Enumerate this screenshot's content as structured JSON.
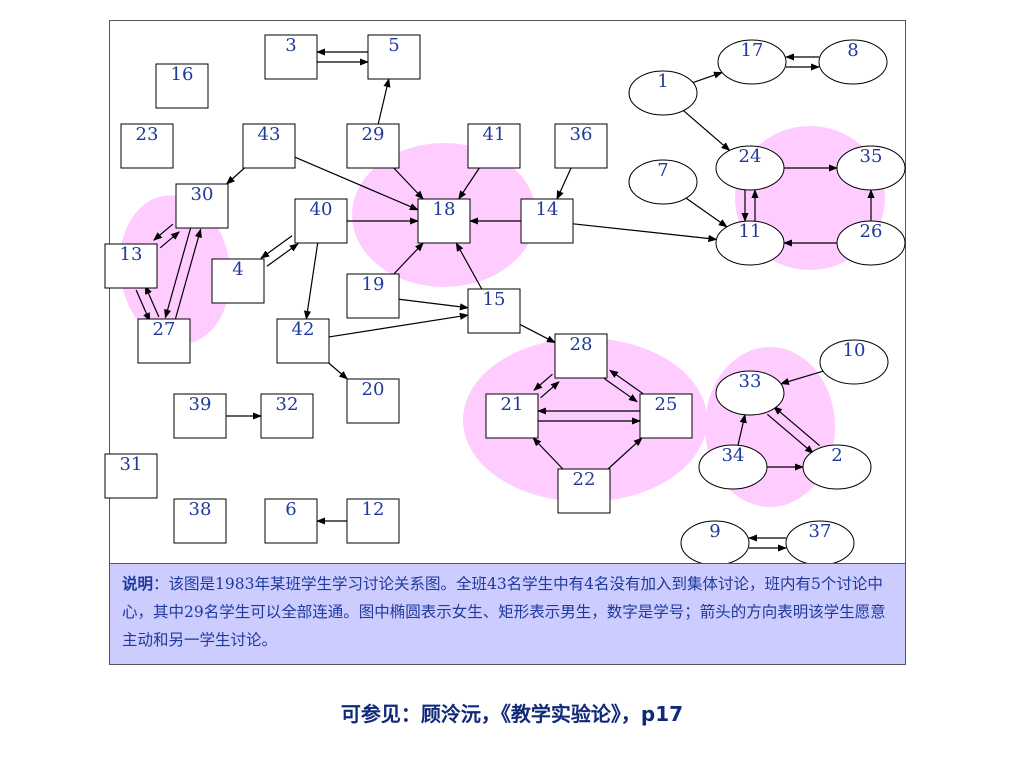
{
  "colors": {
    "text": "#1f3a9c",
    "highlight": "#ffccff",
    "edge": "#000000",
    "note_bg": "#ccccff"
  },
  "diagram": {
    "nodes": [
      {
        "id": "3",
        "shape": "rect"
      },
      {
        "id": "5",
        "shape": "rect"
      },
      {
        "id": "16",
        "shape": "rect"
      },
      {
        "id": "23",
        "shape": "rect"
      },
      {
        "id": "43",
        "shape": "rect"
      },
      {
        "id": "29",
        "shape": "rect"
      },
      {
        "id": "41",
        "shape": "rect"
      },
      {
        "id": "36",
        "shape": "rect"
      },
      {
        "id": "30",
        "shape": "rect"
      },
      {
        "id": "40",
        "shape": "rect"
      },
      {
        "id": "18",
        "shape": "rect"
      },
      {
        "id": "14",
        "shape": "rect"
      },
      {
        "id": "13",
        "shape": "rect"
      },
      {
        "id": "4",
        "shape": "rect"
      },
      {
        "id": "19",
        "shape": "rect"
      },
      {
        "id": "15",
        "shape": "rect"
      },
      {
        "id": "27",
        "shape": "rect"
      },
      {
        "id": "42",
        "shape": "rect"
      },
      {
        "id": "28",
        "shape": "rect"
      },
      {
        "id": "20",
        "shape": "rect"
      },
      {
        "id": "39",
        "shape": "rect"
      },
      {
        "id": "32",
        "shape": "rect"
      },
      {
        "id": "21",
        "shape": "rect"
      },
      {
        "id": "25",
        "shape": "rect"
      },
      {
        "id": "31",
        "shape": "rect"
      },
      {
        "id": "22",
        "shape": "rect"
      },
      {
        "id": "38",
        "shape": "rect"
      },
      {
        "id": "6",
        "shape": "rect"
      },
      {
        "id": "12",
        "shape": "rect"
      },
      {
        "id": "17",
        "shape": "ellipse"
      },
      {
        "id": "8",
        "shape": "ellipse"
      },
      {
        "id": "1",
        "shape": "ellipse"
      },
      {
        "id": "24",
        "shape": "ellipse"
      },
      {
        "id": "35",
        "shape": "ellipse"
      },
      {
        "id": "7",
        "shape": "ellipse"
      },
      {
        "id": "11",
        "shape": "ellipse"
      },
      {
        "id": "26",
        "shape": "ellipse"
      },
      {
        "id": "10",
        "shape": "ellipse"
      },
      {
        "id": "33",
        "shape": "ellipse"
      },
      {
        "id": "34",
        "shape": "ellipse"
      },
      {
        "id": "2",
        "shape": "ellipse"
      },
      {
        "id": "9",
        "shape": "ellipse"
      },
      {
        "id": "37",
        "shape": "ellipse"
      }
    ],
    "edges": [
      [
        "3",
        "5"
      ],
      [
        "5",
        "3"
      ],
      [
        "29",
        "5"
      ],
      [
        "43",
        "30"
      ],
      [
        "43",
        "18"
      ],
      [
        "29",
        "18"
      ],
      [
        "41",
        "18"
      ],
      [
        "36",
        "14"
      ],
      [
        "40",
        "18"
      ],
      [
        "14",
        "18"
      ],
      [
        "40",
        "4"
      ],
      [
        "4",
        "40"
      ],
      [
        "40",
        "42"
      ],
      [
        "19",
        "18"
      ],
      [
        "19",
        "15"
      ],
      [
        "15",
        "18"
      ],
      [
        "42",
        "15"
      ],
      [
        "42",
        "20"
      ],
      [
        "15",
        "28"
      ],
      [
        "14",
        "11"
      ],
      [
        "13",
        "30"
      ],
      [
        "30",
        "13"
      ],
      [
        "27",
        "30"
      ],
      [
        "30",
        "27"
      ],
      [
        "27",
        "13"
      ],
      [
        "13",
        "27"
      ],
      [
        "39",
        "32"
      ],
      [
        "12",
        "6"
      ],
      [
        "28",
        "21"
      ],
      [
        "21",
        "28"
      ],
      [
        "28",
        "25"
      ],
      [
        "25",
        "28"
      ],
      [
        "21",
        "25"
      ],
      [
        "25",
        "21"
      ],
      [
        "22",
        "21"
      ],
      [
        "22",
        "25"
      ],
      [
        "1",
        "17"
      ],
      [
        "17",
        "8"
      ],
      [
        "8",
        "17"
      ],
      [
        "1",
        "24"
      ],
      [
        "7",
        "11"
      ],
      [
        "24",
        "35"
      ],
      [
        "24",
        "11"
      ],
      [
        "11",
        "24"
      ],
      [
        "26",
        "11"
      ],
      [
        "26",
        "35"
      ],
      [
        "10",
        "33"
      ],
      [
        "33",
        "2"
      ],
      [
        "2",
        "33"
      ],
      [
        "34",
        "33"
      ],
      [
        "34",
        "2"
      ],
      [
        "9",
        "37"
      ],
      [
        "37",
        "9"
      ]
    ]
  },
  "note": {
    "label": "说明",
    "text": "：该图是1983年某班学生学习讨论关系图。全班43名学生中有4名没有加入到集体讨论，班内有5个讨论中心，其中29名学生可以全部连通。图中椭圆表示女生、矩形表示男生，数字是学号；箭头的方向表明该学生愿意主动和另一学生讨论。"
  },
  "caption": "可参见：顾泠沅，《教学实验论》，p17"
}
